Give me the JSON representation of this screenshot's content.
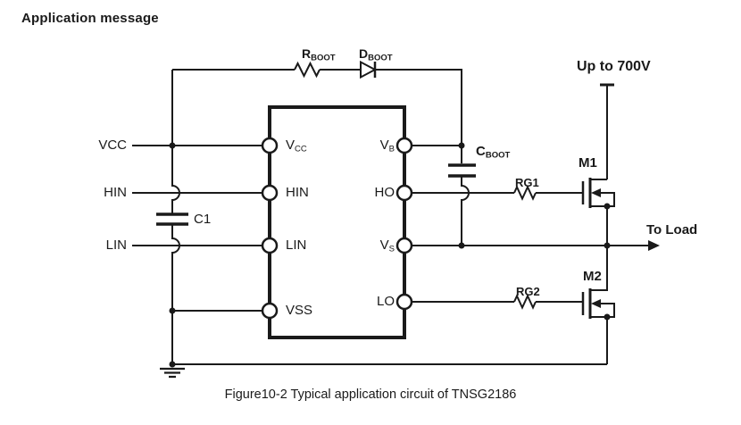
{
  "page": {
    "title": "Application message",
    "caption": "Figure10-2 Typical application circuit of TNSG2186"
  },
  "ic": {
    "pin_vcc": {
      "main": "V",
      "sub": "CC"
    },
    "pin_hin": "HIN",
    "pin_lin": "LIN",
    "pin_vss": "VSS",
    "pin_vb": {
      "main": "V",
      "sub": "B"
    },
    "pin_ho": "HO",
    "pin_vs": {
      "main": "V",
      "sub": "S"
    },
    "pin_lo": "LO"
  },
  "labels": {
    "vcc": "VCC",
    "hin": "HIN",
    "lin": "LIN",
    "c1": "C1",
    "rboot": {
      "main": "R",
      "sub": "BOOT"
    },
    "dboot": {
      "main": "D",
      "sub": "BOOT"
    },
    "cboot": {
      "main": "C",
      "sub": "BOOT"
    },
    "rg1": "RG1",
    "rg2": "RG2",
    "m1": "M1",
    "m2": "M2",
    "supply": "Up to 700V",
    "to_load": "To Load"
  },
  "colors": {
    "line": "#1a1a1a",
    "text": "#1a1a1a",
    "background": "#ffffff"
  }
}
